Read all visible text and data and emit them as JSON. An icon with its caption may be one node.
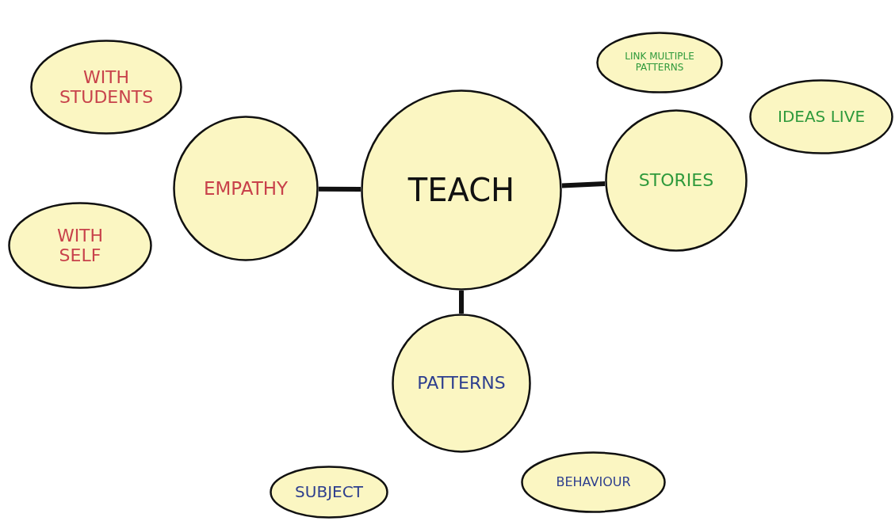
{
  "diagram": {
    "nodes": [
      {
        "text": [
          "TEACH"
        ]
      },
      {
        "text": [
          "EMPATHY"
        ]
      },
      {
        "text": [
          "STORIES"
        ]
      },
      {
        "text": [
          "PATTERNS"
        ]
      },
      {
        "text": [
          "WITH STUDENTS"
        ]
      },
      {
        "text": [
          "WITH SELF"
        ]
      },
      {
        "text": [
          "LINK MULTIPLE PATTERNS"
        ]
      },
      {
        "text": [
          "IDEAS LIVE"
        ]
      },
      {
        "text": [
          "SUBJECT"
        ]
      },
      {
        "text": [
          "BEHAVIOUR"
        ]
      }
    ],
    "edges": [
      {
        "from": 1,
        "to": 0,
        "arrow": "none"
      },
      {
        "from": 0,
        "to": 2,
        "arrow": "none"
      },
      {
        "from": 0,
        "to": 3,
        "arrow": "none"
      }
    ]
  }
}
